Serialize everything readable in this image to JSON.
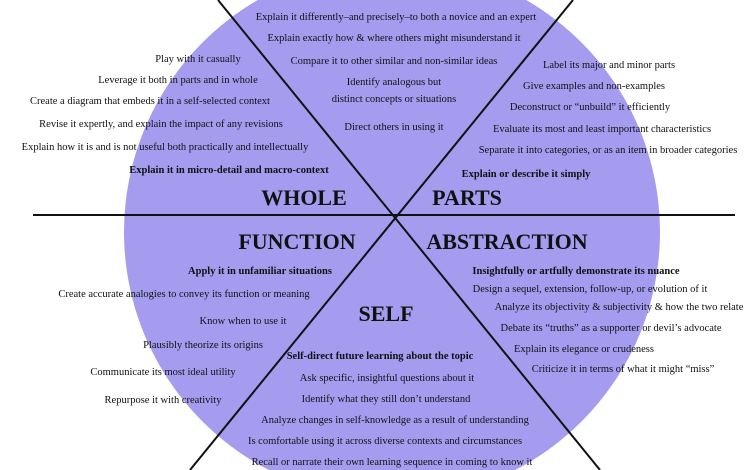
{
  "colors": {
    "circle": "#a59cf0",
    "lines": "#111111"
  },
  "top": {
    "items": [
      "Explain it differently–and precisely–to both a novice and an expert",
      "Explain exactly how & where others might misunderstand it",
      "Compare it to other similar and non-similar ideas",
      "Identify analogous but",
      "distinct concepts or situations",
      "Direct others in using it"
    ]
  },
  "whole": {
    "title": "WHOLE",
    "items": [
      "Play with it casually",
      "Leverage it both in parts and in whole",
      "Create a diagram that embeds it in a self-selected context",
      "Revise it expertly, and explain the impact of any revisions",
      "Explain how it is and is not useful both practically and intellectually"
    ],
    "key": "Explain it in micro-detail and macro-context"
  },
  "parts": {
    "title": "PARTS",
    "items": [
      "Label its major and minor parts",
      "Give examples and non-examples",
      "Deconstruct or “unbuild” it efficiently",
      "Evaluate its most and least important characteristics",
      "Separate it into categories, or as an item in broader categories"
    ],
    "key": "Explain or describe it simply"
  },
  "function": {
    "title": "FUNCTION",
    "key": "Apply it in unfamiliar situations",
    "items": [
      "Create accurate analogies to convey its function or meaning",
      "Know when to use it",
      "Plausibly theorize its origins",
      "Communicate its most ideal utility",
      "Repurpose it with creativity"
    ]
  },
  "abstraction": {
    "title": "ABSTRACTION",
    "key": "Insightfully or artfully demonstrate its nuance",
    "items": [
      "Design a sequel, extension, follow-up, or evolution of it",
      "Analyze its objectivity & subjectivity & how the two relate",
      "Debate its “truths” as a supporter or devil’s advocate",
      "Explain its elegance or crudeness",
      "Criticize it in terms of what it might “miss”"
    ]
  },
  "self": {
    "title": "SELF",
    "key": "Self-direct future learning about the topic",
    "items": [
      "Ask specific, insightful questions about it",
      "Identify what they still don’t understand",
      "Analyze changes in self-knowledge as a result of understanding",
      "Is comfortable using it across diverse contexts and circumstances",
      "Recall or narrate their own learning sequence in coming to know it"
    ]
  }
}
